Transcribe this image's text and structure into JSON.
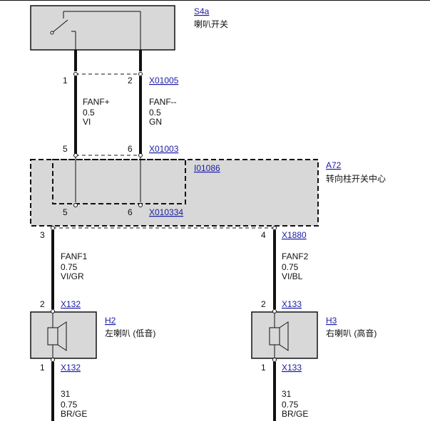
{
  "colors": {
    "box_fill": "#d8d8d8",
    "wire": "#111111",
    "link": "#1a1aa6"
  },
  "components": {
    "s4a": {
      "id": "S4a",
      "desc": "喇叭开关",
      "icon": "switch-icon"
    },
    "a72": {
      "id": "A72",
      "desc": "转向柱开关中心"
    },
    "h2": {
      "id": "H2",
      "desc": "左喇叭 (低音)",
      "icon": "speaker-icon"
    },
    "h3": {
      "id": "H3",
      "desc": "右喇叭 (高音)",
      "icon": "speaker-icon"
    }
  },
  "inner_module": {
    "id": "I01086"
  },
  "connectors": {
    "x01005": "X01005",
    "x01003": "X01003",
    "x010334": "X010334",
    "x1880": "X1880",
    "x132_top": "X132",
    "x132_bottom": "X132",
    "x133_top": "X133",
    "x133_bottom": "X133"
  },
  "pins": {
    "s4a_1": "1",
    "s4a_2": "2",
    "a72_5": "5",
    "a72_6": "6",
    "i_5": "5",
    "i_6": "6",
    "a72_3": "3",
    "a72_4": "4",
    "h2_2": "2",
    "h2_1": "1",
    "h3_2": "2",
    "h3_1": "1"
  },
  "wires": {
    "fanf_plus": {
      "name": "FANF+",
      "size": "0.5",
      "color": "VI"
    },
    "fanf_minus": {
      "name": "FANF--",
      "size": "0.5",
      "color": "GN"
    },
    "fanf1": {
      "name": "FANF1",
      "size": "0.75",
      "color": "VI/GR"
    },
    "fanf2": {
      "name": "FANF2",
      "size": "0.75",
      "color": "VI/BL"
    },
    "gnd_left": {
      "name": "31",
      "size": "0.75",
      "color": "BR/GE"
    },
    "gnd_right": {
      "name": "31",
      "size": "0.75",
      "color": "BR/GE"
    }
  }
}
